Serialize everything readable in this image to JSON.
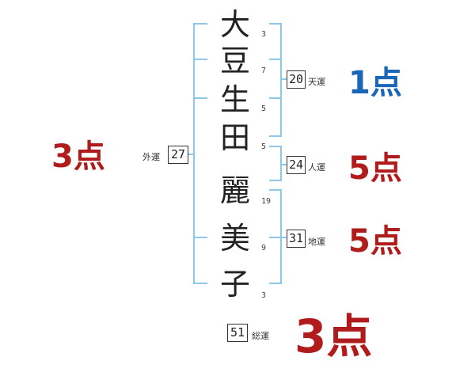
{
  "name": {
    "chars": [
      "大",
      "豆",
      "生",
      "田",
      "麗",
      "美",
      "子"
    ],
    "strokes": [
      "3",
      "7",
      "5",
      "5",
      "19",
      "9",
      "3"
    ]
  },
  "tenkaku": {
    "value": "20",
    "label": "天運",
    "score": "1点"
  },
  "jinkaku": {
    "value": "24",
    "label": "人運",
    "score": "5点"
  },
  "chikaku": {
    "value": "31",
    "label": "地運",
    "score": "5点"
  },
  "gaikaku": {
    "value": "27",
    "label": "外運",
    "score": "3点"
  },
  "soukaku": {
    "value": "51",
    "label": "総運",
    "score": "3点"
  },
  "colors": {
    "bracket": "#8ec8e8",
    "score_red": "#b01c1c",
    "score_blue": "#1a66b8"
  }
}
